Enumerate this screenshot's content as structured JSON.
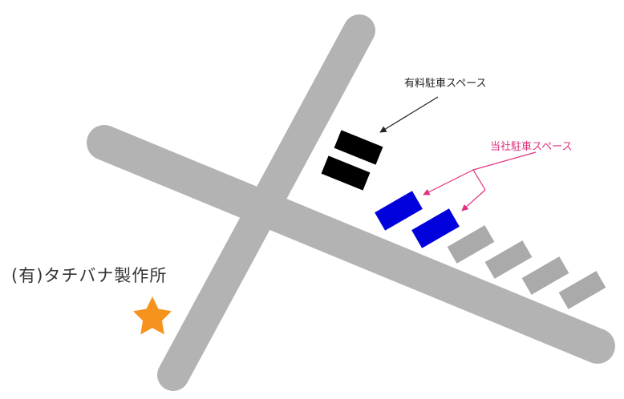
{
  "labels": {
    "paid_parking": "有料駐車スペース",
    "company_parking": "当社駐車スペース",
    "factory_name": "(有)タチバナ製作所"
  },
  "colors": {
    "road": "#b3b3b3",
    "paid_parking": "#000000",
    "company_parking": "#0000dd",
    "other_parking": "#aaaaaa",
    "company_accent": "#e0307f",
    "arrow_dark": "#222222",
    "star": "#f6921e"
  },
  "icons": {
    "factory_marker": "star-icon"
  }
}
